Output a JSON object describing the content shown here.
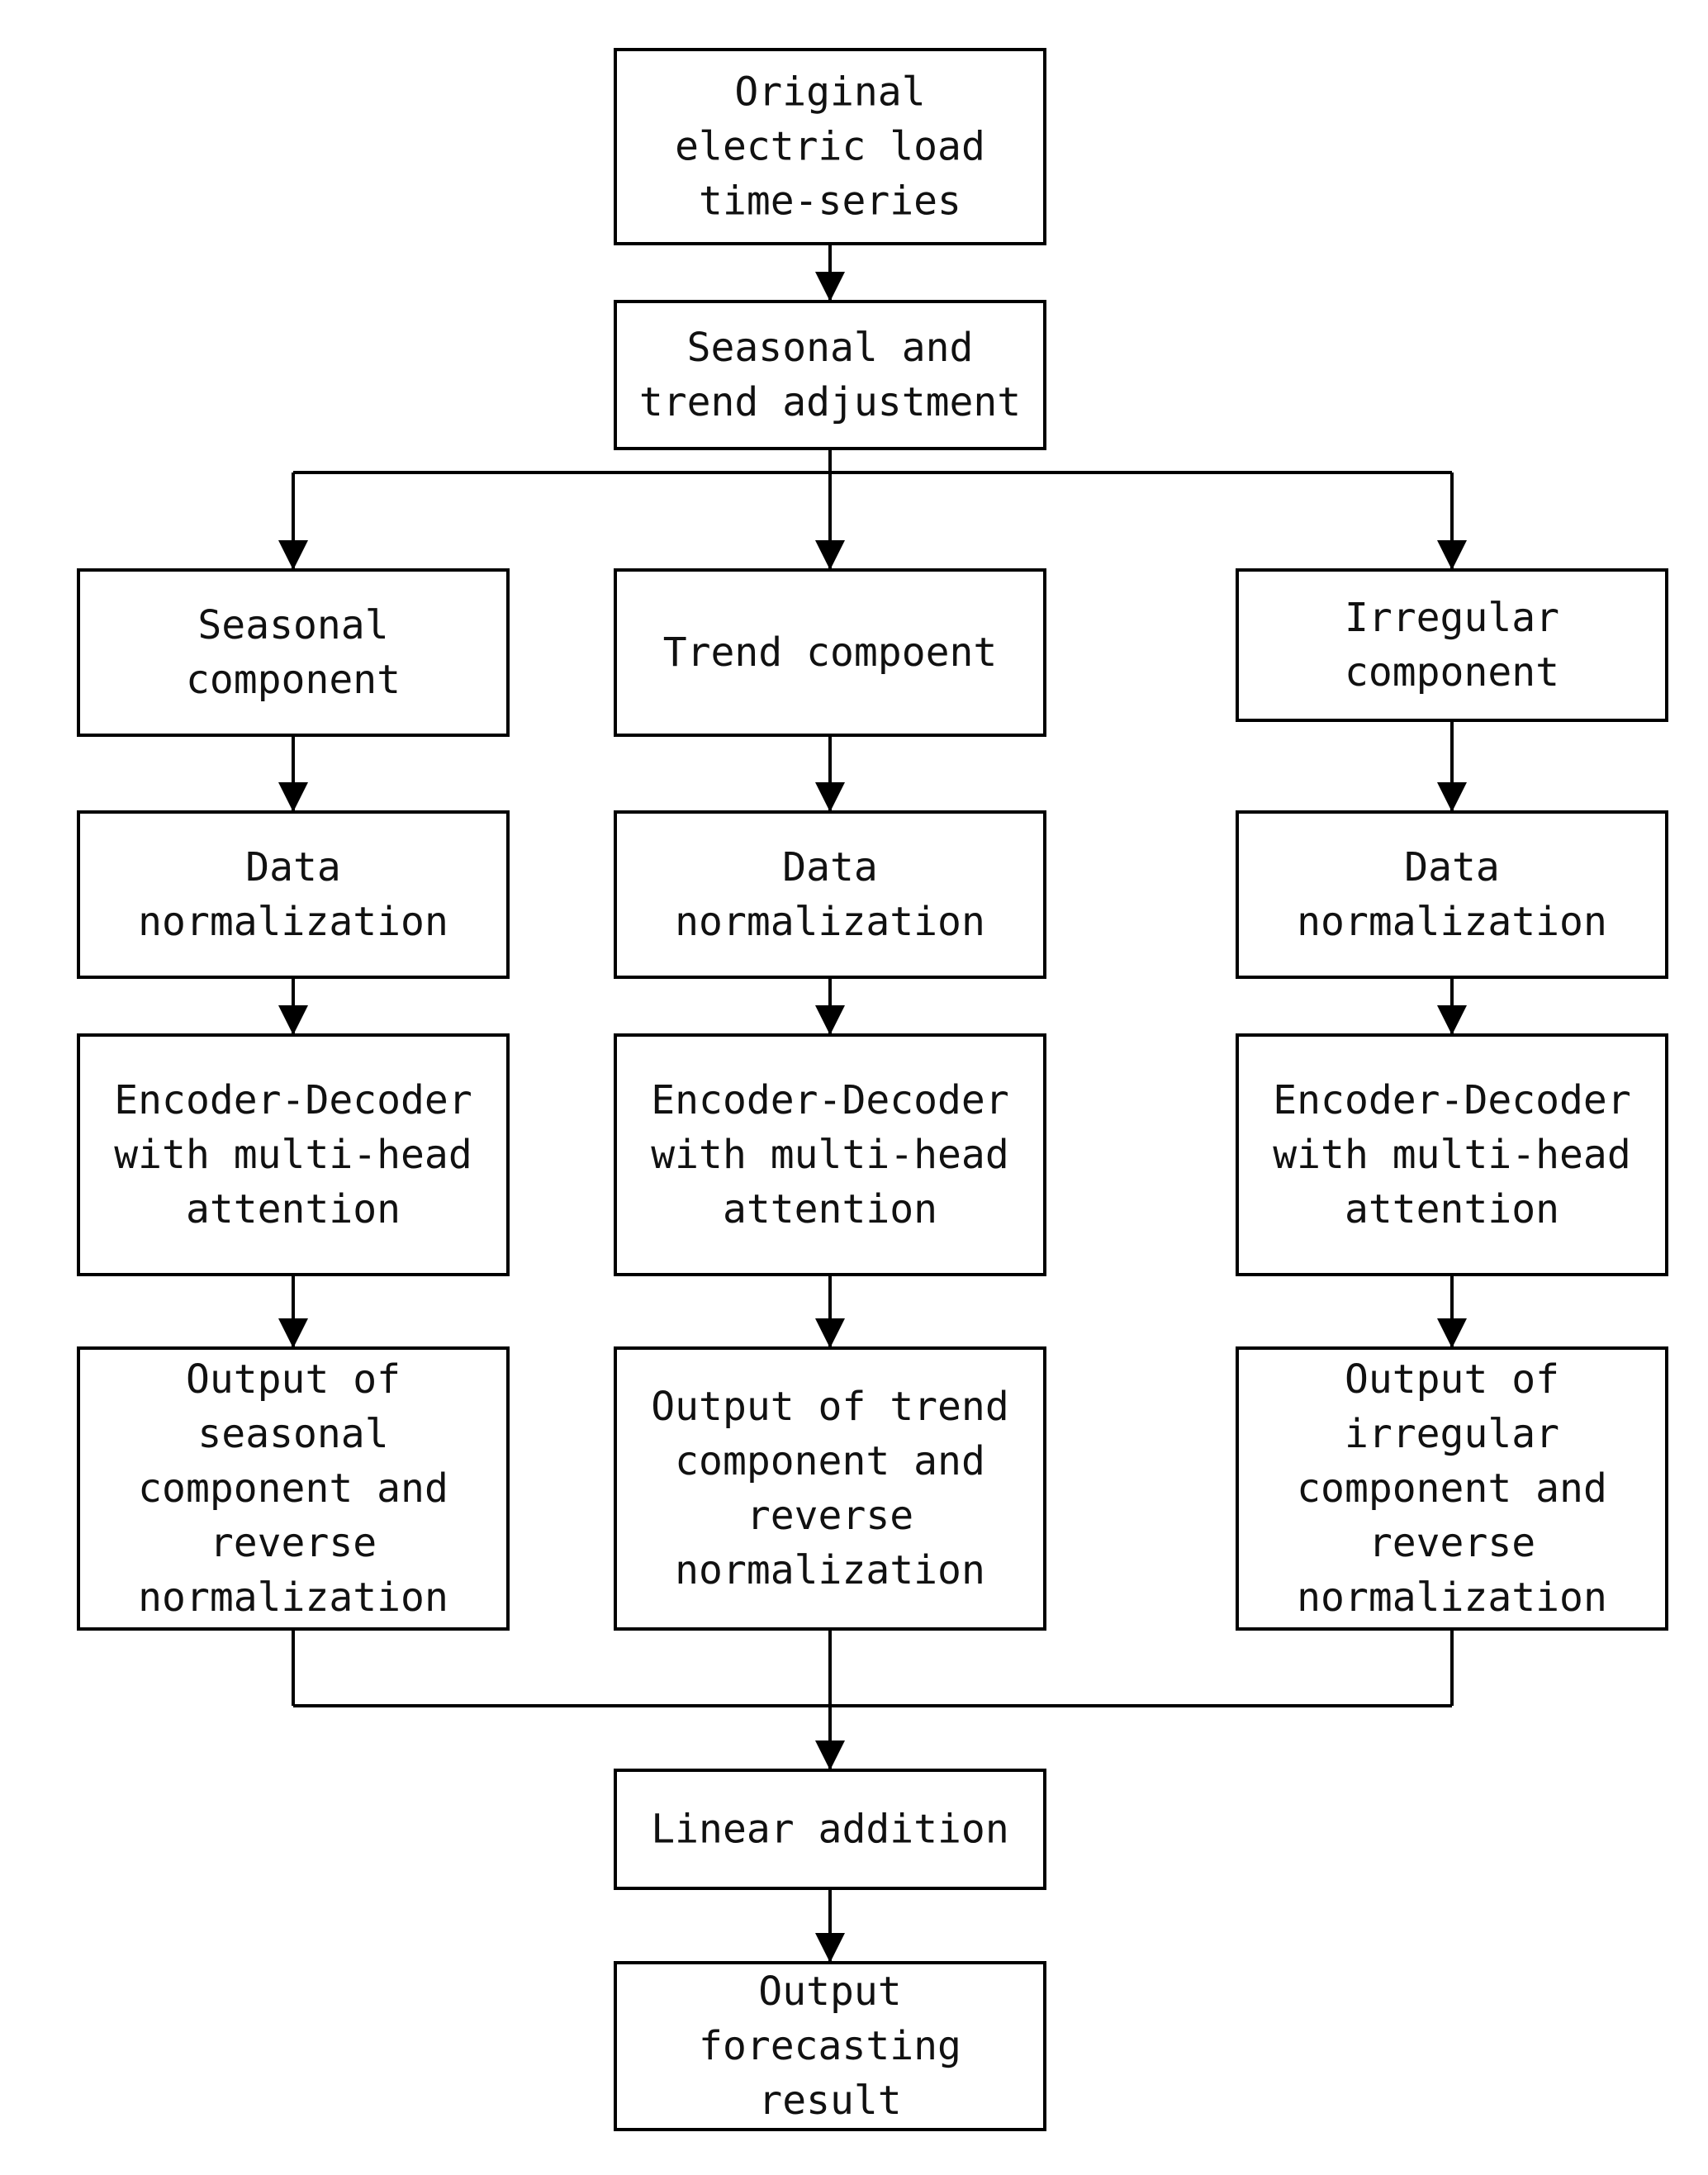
{
  "diagram": {
    "nodes": {
      "original": {
        "lines": [
          "Original",
          "electric load",
          "time-series"
        ]
      },
      "adjustment": {
        "lines": [
          "Seasonal and",
          "trend adjustment"
        ]
      },
      "seasonal_component": {
        "lines": [
          "Seasonal",
          "component"
        ]
      },
      "trend_component": {
        "lines": [
          "Trend compoent"
        ]
      },
      "irregular_component": {
        "lines": [
          "Irregular",
          "component"
        ]
      },
      "seasonal_normalization": {
        "lines": [
          "Data",
          "normalization"
        ]
      },
      "trend_normalization": {
        "lines": [
          "Data",
          "normalization"
        ]
      },
      "irregular_normalization": {
        "lines": [
          "Data",
          "normalization"
        ]
      },
      "seasonal_encoder": {
        "lines": [
          "Encoder-Decoder",
          "with multi-head",
          "attention"
        ]
      },
      "trend_encoder": {
        "lines": [
          "Encoder-Decoder",
          "with multi-head",
          "attention"
        ]
      },
      "irregular_encoder": {
        "lines": [
          "Encoder-Decoder",
          "with multi-head",
          "attention"
        ]
      },
      "seasonal_output": {
        "lines": [
          "Output of",
          "seasonal",
          "component and",
          "reverse",
          "normalization"
        ]
      },
      "trend_output": {
        "lines": [
          "Output of trend",
          "component and",
          "reverse",
          "normalization"
        ]
      },
      "irregular_output": {
        "lines": [
          "Output of",
          "irregular",
          "component and",
          "reverse",
          "normalization"
        ]
      },
      "linear_addition": {
        "lines": [
          "Linear addition"
        ]
      },
      "final_output": {
        "lines": [
          "Output",
          "forecasting",
          "result"
        ]
      }
    },
    "edges": [
      {
        "from": "original",
        "to": "adjustment"
      },
      {
        "from": "adjustment",
        "to": "seasonal_component"
      },
      {
        "from": "adjustment",
        "to": "trend_component"
      },
      {
        "from": "adjustment",
        "to": "irregular_component"
      },
      {
        "from": "seasonal_component",
        "to": "seasonal_normalization"
      },
      {
        "from": "trend_component",
        "to": "trend_normalization"
      },
      {
        "from": "irregular_component",
        "to": "irregular_normalization"
      },
      {
        "from": "seasonal_normalization",
        "to": "seasonal_encoder"
      },
      {
        "from": "trend_normalization",
        "to": "trend_encoder"
      },
      {
        "from": "irregular_normalization",
        "to": "irregular_encoder"
      },
      {
        "from": "seasonal_encoder",
        "to": "seasonal_output"
      },
      {
        "from": "trend_encoder",
        "to": "trend_output"
      },
      {
        "from": "irregular_encoder",
        "to": "irregular_output"
      },
      {
        "from": "seasonal_output",
        "to": "linear_addition"
      },
      {
        "from": "trend_output",
        "to": "linear_addition"
      },
      {
        "from": "irregular_output",
        "to": "linear_addition"
      },
      {
        "from": "linear_addition",
        "to": "final_output"
      }
    ],
    "colors": {
      "stroke": "#000000",
      "fill": "#ffffff",
      "text": "#111111"
    }
  }
}
